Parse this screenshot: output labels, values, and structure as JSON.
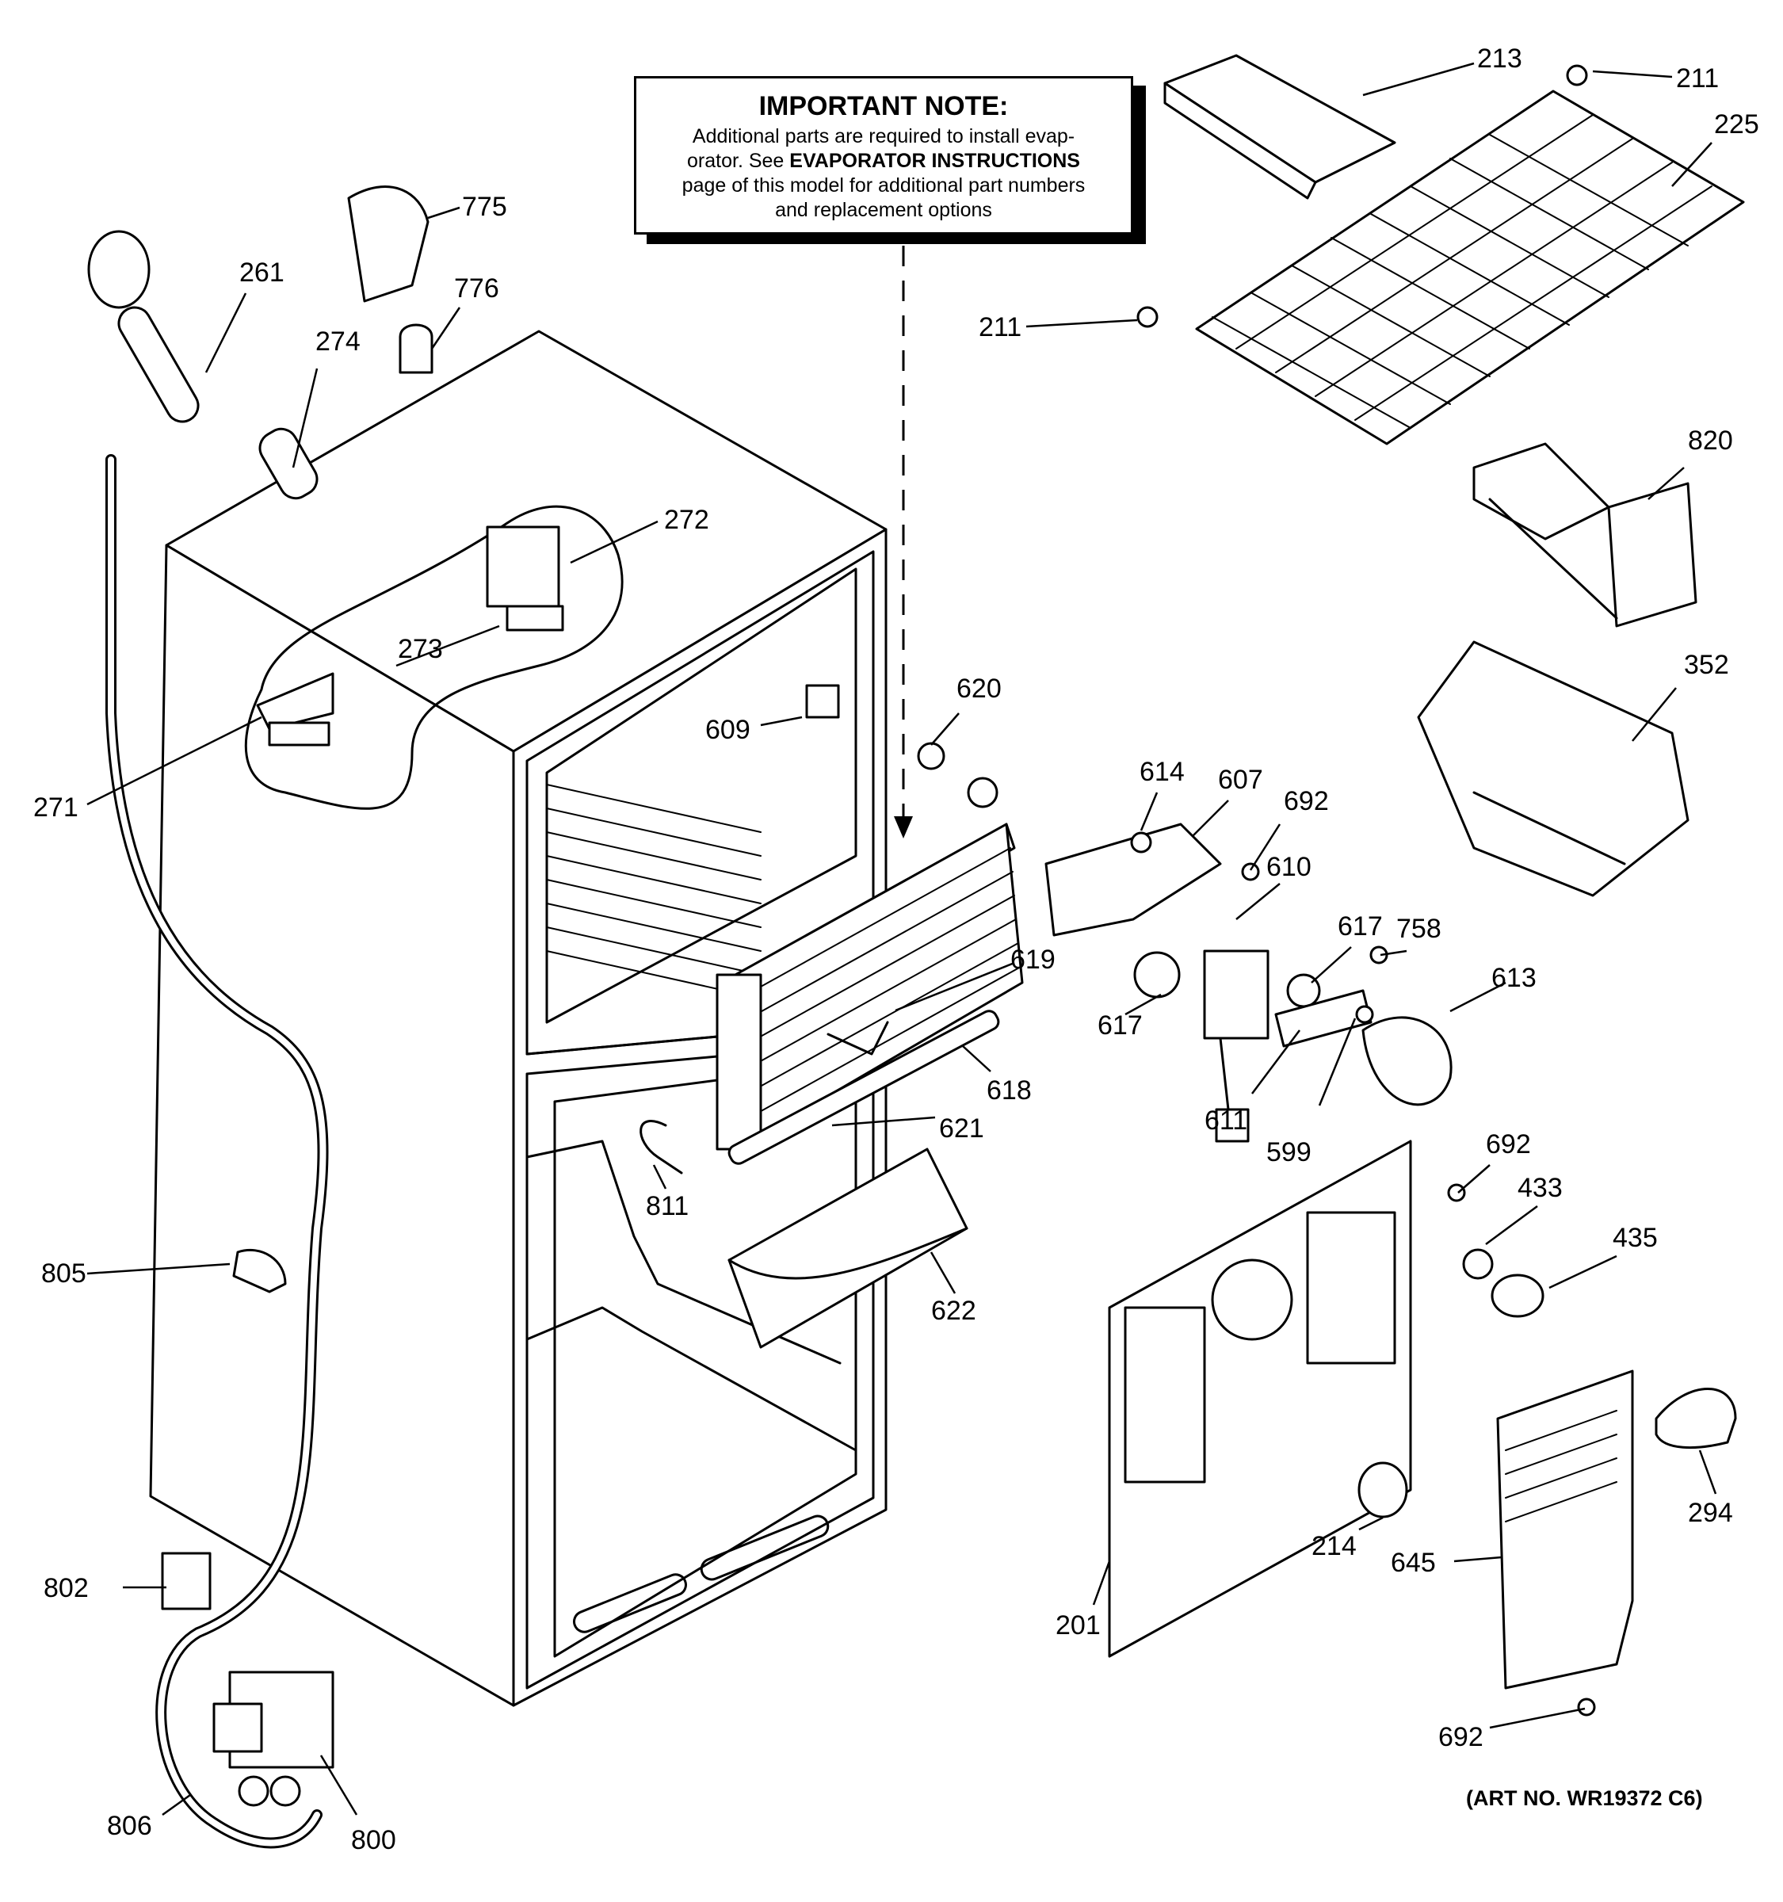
{
  "note": {
    "title": "IMPORTANT NOTE:",
    "line1": "Additional parts are required to install evap-",
    "line2a": "orator.  See ",
    "line2b": "EVAPORATOR INSTRUCTIONS",
    "line3": "page of this model for additional part numbers",
    "line4": "and replacement options"
  },
  "art_number": "(ART NO. WR19372 C6)",
  "callouts": [
    {
      "id": "c213",
      "text": "213"
    },
    {
      "id": "c211a",
      "text": "211"
    },
    {
      "id": "c225",
      "text": "225"
    },
    {
      "id": "c775",
      "text": "775"
    },
    {
      "id": "c261",
      "text": "261"
    },
    {
      "id": "c776",
      "text": "776"
    },
    {
      "id": "c274",
      "text": "274"
    },
    {
      "id": "c211b",
      "text": "211"
    },
    {
      "id": "c820",
      "text": "820"
    },
    {
      "id": "c272",
      "text": "272"
    },
    {
      "id": "c273",
      "text": "273"
    },
    {
      "id": "c620",
      "text": "620"
    },
    {
      "id": "c609",
      "text": "609"
    },
    {
      "id": "c352",
      "text": "352"
    },
    {
      "id": "c271",
      "text": "271"
    },
    {
      "id": "c614",
      "text": "614"
    },
    {
      "id": "c607",
      "text": "607"
    },
    {
      "id": "c692a",
      "text": "692"
    },
    {
      "id": "c610",
      "text": "610"
    },
    {
      "id": "c617a",
      "text": "617"
    },
    {
      "id": "c758",
      "text": "758"
    },
    {
      "id": "c619",
      "text": "619"
    },
    {
      "id": "c613",
      "text": "613"
    },
    {
      "id": "c617b",
      "text": "617"
    },
    {
      "id": "c618",
      "text": "618"
    },
    {
      "id": "c621",
      "text": "621"
    },
    {
      "id": "c611",
      "text": "611"
    },
    {
      "id": "c599",
      "text": "599"
    },
    {
      "id": "c692b",
      "text": "692"
    },
    {
      "id": "c811",
      "text": "811"
    },
    {
      "id": "c433",
      "text": "433"
    },
    {
      "id": "c805",
      "text": "805"
    },
    {
      "id": "c435",
      "text": "435"
    },
    {
      "id": "c622",
      "text": "622"
    },
    {
      "id": "c294",
      "text": "294"
    },
    {
      "id": "c214",
      "text": "214"
    },
    {
      "id": "c802",
      "text": "802"
    },
    {
      "id": "c645",
      "text": "645"
    },
    {
      "id": "c201",
      "text": "201"
    },
    {
      "id": "c692c",
      "text": "692"
    },
    {
      "id": "c806",
      "text": "806"
    },
    {
      "id": "c800",
      "text": "800"
    }
  ]
}
